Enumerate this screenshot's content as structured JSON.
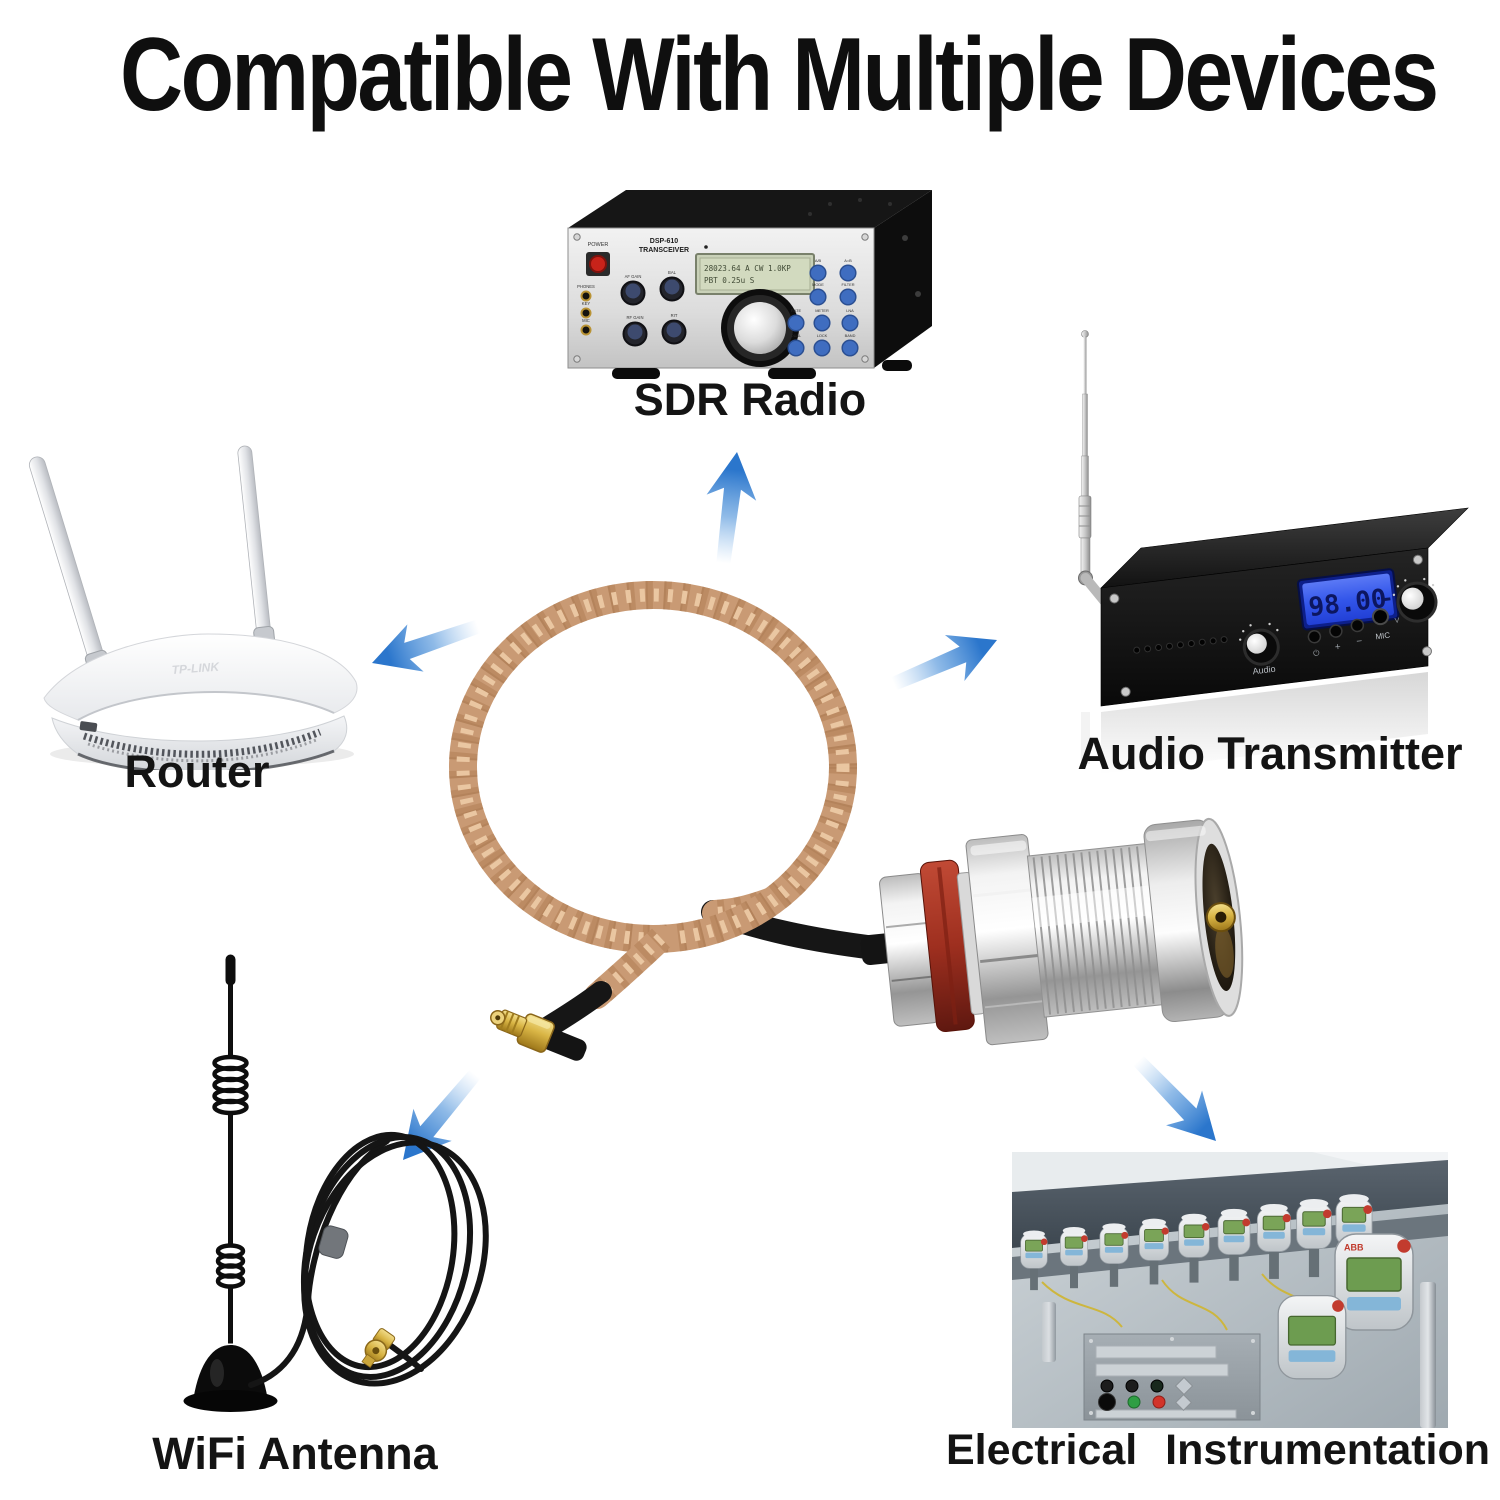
{
  "title": "Compatible With Multiple Devices",
  "arrow_color": "#2b76cc",
  "devices": {
    "sdr_radio": {
      "label": "SDR Radio",
      "model_line1": "DSP-610",
      "model_line2": "TRANSCEIVER",
      "power_label": "POWER",
      "jacks": [
        "PHONES",
        "KEY",
        "MIC"
      ],
      "knobs": [
        "AF GAIN",
        "BAL",
        "RF GAIN",
        "RIT"
      ],
      "lcd_line1": "28023.64 A CW 1.0KP",
      "lcd_line2": "PBT 0.25u        S",
      "buttons": [
        "A/B",
        "A=B",
        "MODE",
        "FILTER",
        "RATE",
        "METER",
        "LNA",
        "DUAL",
        "LOCK",
        "BAND"
      ]
    },
    "audio_transmitter": {
      "label": "Audio Transmitter",
      "display": "98.00",
      "knob_left_label": "Audio",
      "button_labels": [
        "⏻",
        "+",
        "−"
      ],
      "mic_label": "MIC",
      "knob_right_label": "V"
    },
    "router": {
      "label": "Router",
      "brand": "TP-LINK"
    },
    "wifi_antenna": {
      "label": "WiFi Antenna"
    },
    "electrical_instrumentation": {
      "label": "Electrical Instrumentation",
      "brand": "ABB"
    }
  }
}
